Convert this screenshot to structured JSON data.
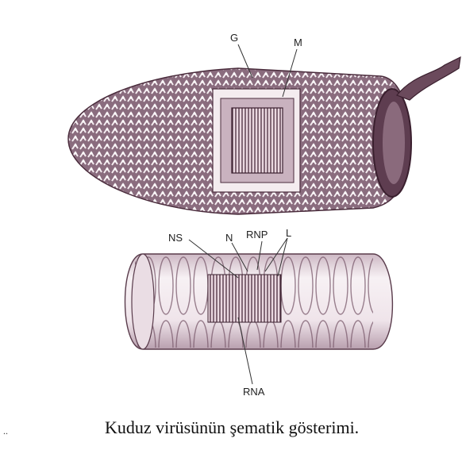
{
  "labels": {
    "g": "G",
    "m": "M",
    "ns": "NS",
    "n": "N",
    "rnp": "RNP",
    "l": "L",
    "rna": "RNA"
  },
  "caption": "Kuduz virüsünün şematik gösterimi.",
  "margin_mark": "..",
  "colors": {
    "virion_fill": "#a88c9c",
    "spike": "#f2e9ee",
    "dark": "#4a2c3c",
    "core": "#6b4a5c",
    "cylinder": "#efe5ea"
  }
}
